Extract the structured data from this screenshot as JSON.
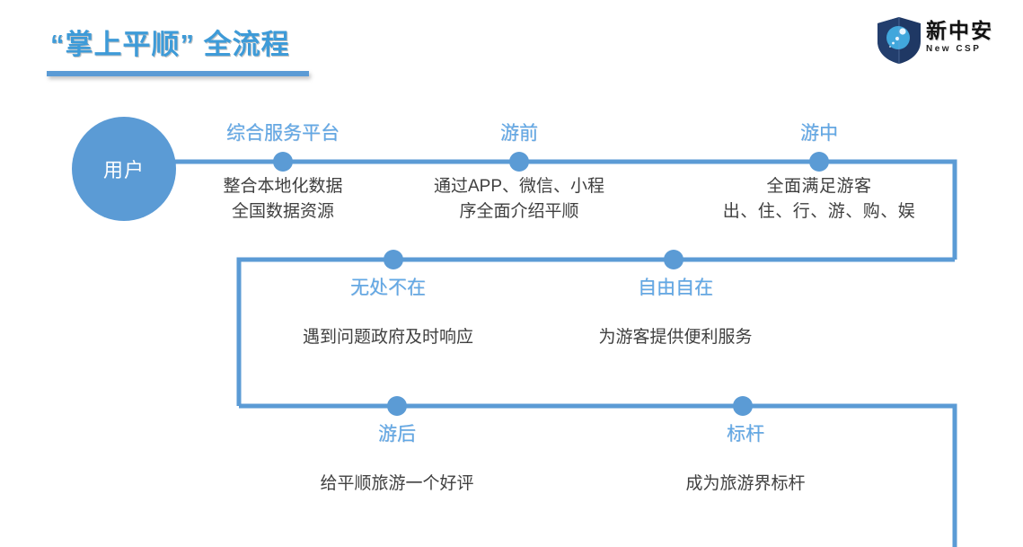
{
  "header": {
    "title": "“掌上平顺” 全流程",
    "accent_color": "#3E9BD8",
    "underline_color": "#5B9BD5"
  },
  "logo": {
    "name_cn": "新中安",
    "name_en": "New CSP",
    "shield_color": "#1F3864",
    "orb_color": "#41A7DC"
  },
  "diagram": {
    "type": "process-flow",
    "line_color": "#5B9BD5",
    "start_node": {
      "label": "用户",
      "fill": "#5B9BD5",
      "text_color": "#FFFFFF"
    },
    "stages": [
      {
        "id": "platform",
        "title": "综合服务平台",
        "desc_line1": "整合本地化数据",
        "desc_line2": "全国数据资源",
        "row": 1
      },
      {
        "id": "pre-tour",
        "title": "游前",
        "desc_line1": "通过APP、微信、小程",
        "desc_line2": "序全面介绍平顺",
        "row": 1
      },
      {
        "id": "during-tour",
        "title": "游中",
        "desc_line1": "全面满足游客",
        "desc_line2": "出、住、行、游、购、娱",
        "row": 1
      },
      {
        "id": "everywhere",
        "title": "无处不在",
        "desc_line1": "遇到问题政府及时响应",
        "desc_line2": "",
        "row": 2
      },
      {
        "id": "freedom",
        "title": "自由自在",
        "desc_line1": "为游客提供便利服务",
        "desc_line2": "",
        "row": 2
      },
      {
        "id": "post-tour",
        "title": "游后",
        "desc_line1": "给平顺旅游一个好评",
        "desc_line2": "",
        "row": 3
      },
      {
        "id": "benchmark",
        "title": "标杆",
        "desc_line1": "成为旅游界标杆",
        "desc_line2": "",
        "row": 3
      }
    ],
    "title_color": "#62A8E5",
    "desc_color": "#404040"
  }
}
